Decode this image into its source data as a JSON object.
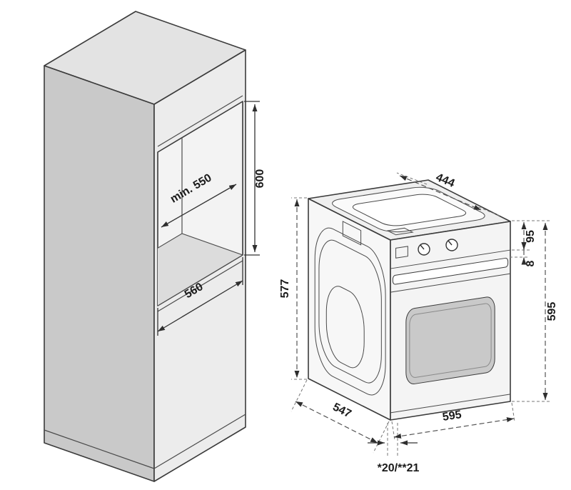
{
  "cabinet": {
    "niche_depth_label": "min. 550",
    "niche_height_label": "600",
    "niche_width_label": "560"
  },
  "oven": {
    "top_cutout_label": "444",
    "panel_height_label": "95",
    "gap_label": "8",
    "height_label": "595",
    "body_height_label": "577",
    "depth_label": "547",
    "width_label": "595",
    "door_projection_label": "*20/**21"
  },
  "colors": {
    "line": "#3b3b3b",
    "dimension": "#333333",
    "cabinet_side": "#c9c9c9",
    "cabinet_front": "#ececec",
    "cabinet_top": "#e3e3e3",
    "oven_window": "#c9c9c9"
  }
}
